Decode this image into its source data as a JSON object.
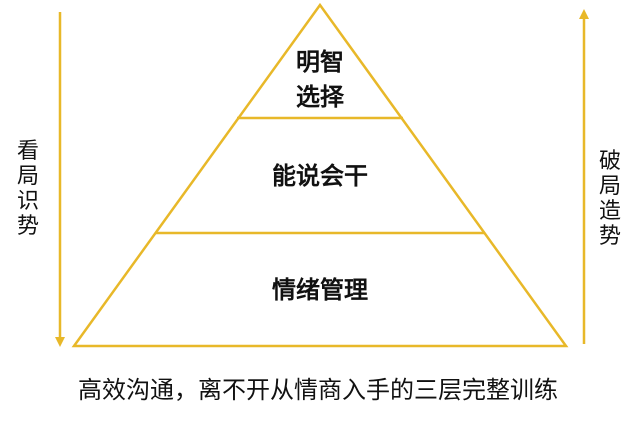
{
  "colors": {
    "accent": "#E8B829",
    "text": "#111111",
    "background": "#FFFFFF"
  },
  "pyramid": {
    "tiers": [
      {
        "label_lines": [
          "明智",
          "选择"
        ]
      },
      {
        "label_lines": [
          "能说会干"
        ]
      },
      {
        "label_lines": [
          "情绪管理"
        ]
      }
    ]
  },
  "left_arrow": {
    "direction": "down",
    "label": "看局识势"
  },
  "right_arrow": {
    "direction": "up",
    "label": "破局造势"
  },
  "caption": "高效沟通，离不开从情商入手的三层完整训练"
}
